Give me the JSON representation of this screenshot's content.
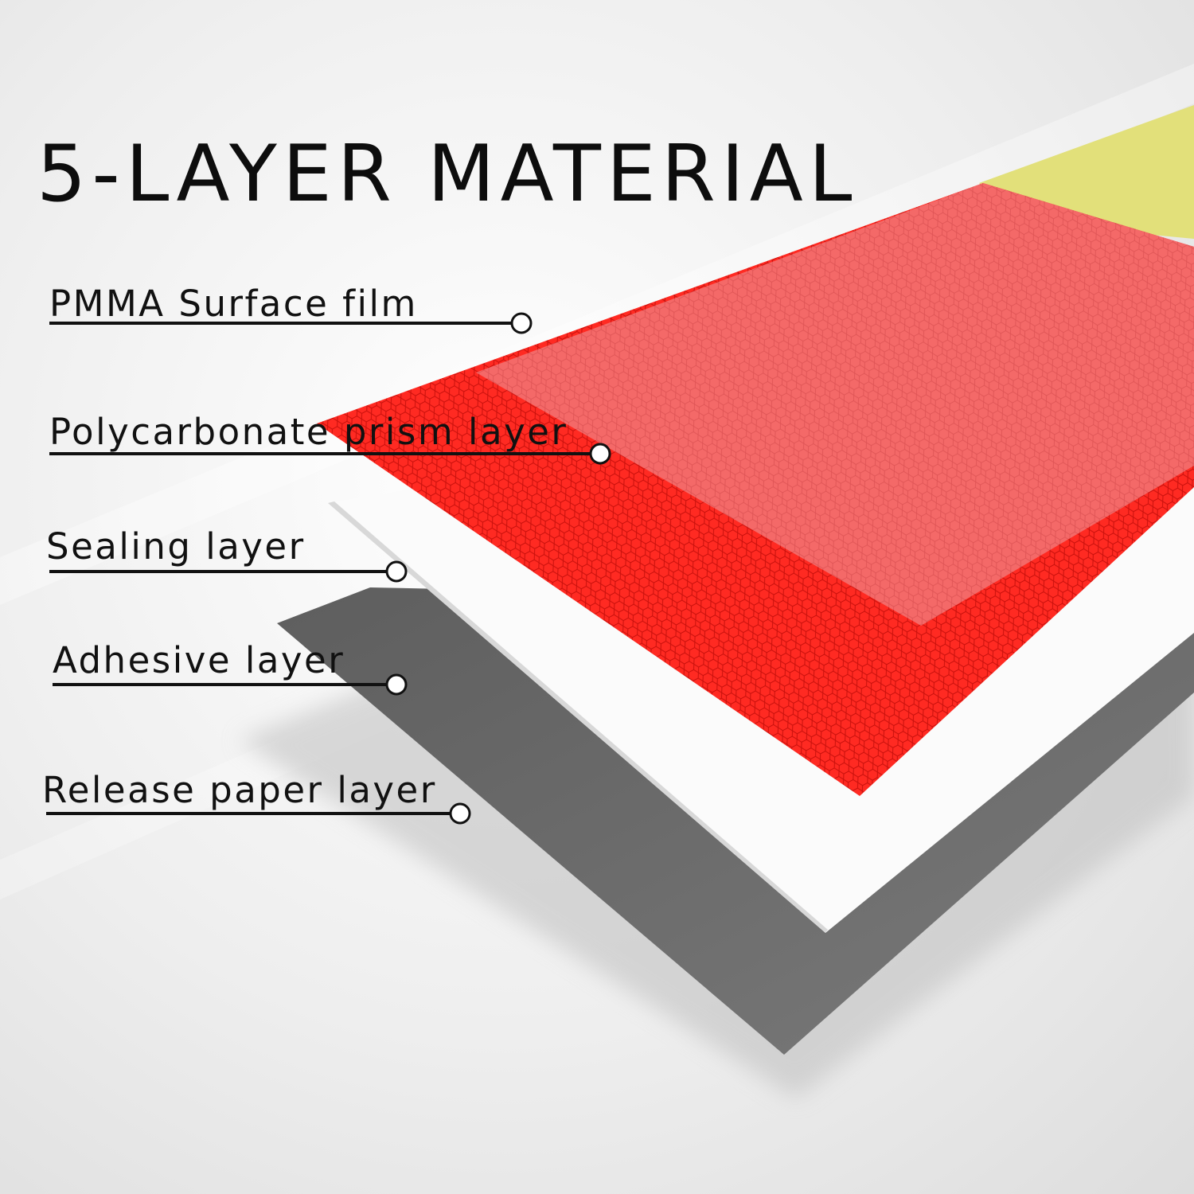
{
  "title": "5-LAYER MATERIAL",
  "layers": [
    {
      "label": "PMMA Surface film"
    },
    {
      "label": "Polycarbonate prism layer"
    },
    {
      "label": "Sealing layer"
    },
    {
      "label": "Adhesive layer"
    },
    {
      "label": "Release paper layer"
    }
  ],
  "colors": {
    "background": "#ededed",
    "surface_film": "#f0686a",
    "prism_layer": "#ff2a22",
    "sealing_layer": "#ffffff",
    "adhesive_layer": "#6b6b6b",
    "top_sheet": "#e2e07a",
    "text": "#111111"
  }
}
